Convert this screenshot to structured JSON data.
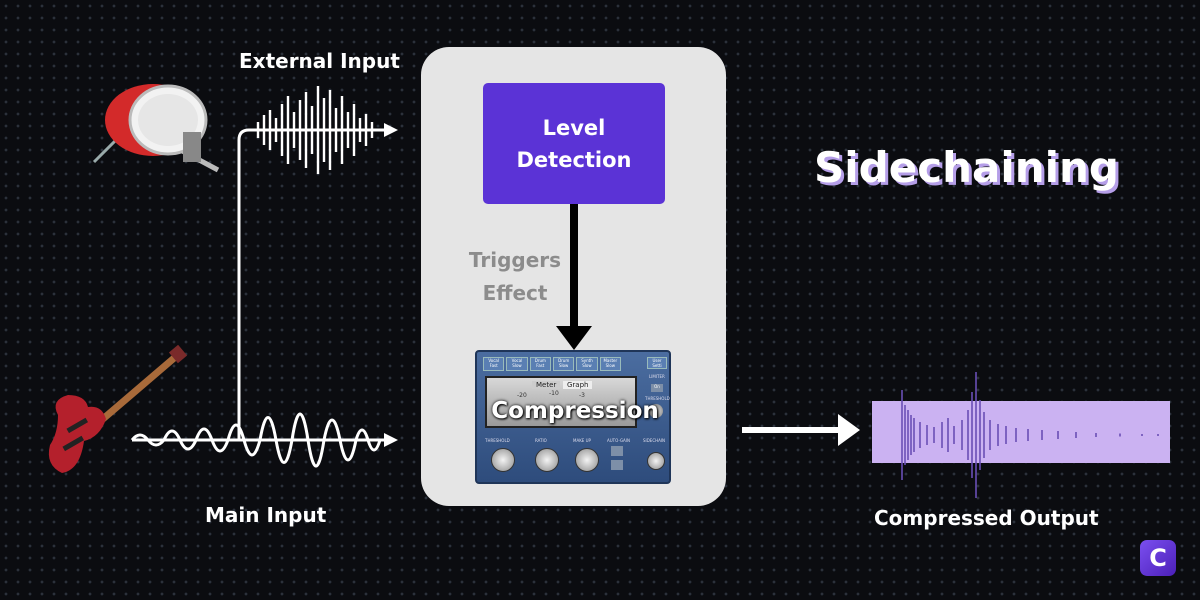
{
  "title": "Sidechaining",
  "labels": {
    "external_input": "External Input",
    "main_input": "Main Input",
    "level_detection": "Level Detection",
    "triggers_effect": "Triggers Effect",
    "compression": "Compression",
    "compressed_output": "Compressed Output"
  },
  "plugin": {
    "presets": [
      "Vocal Fast",
      "Vocal Slow",
      "Drum Fast",
      "Drum Slow",
      "Synth Slow",
      "Master Slow"
    ],
    "user_button": "User Setti",
    "tabs": [
      "Meter",
      "Graph"
    ],
    "knob_labels": [
      "THRESHOLD",
      "RATIO",
      "MAKE UP",
      "AUTO-GAIN",
      "SIDECHAIN"
    ],
    "right_labels": [
      "LIMITER",
      "On",
      "THRESHOLD"
    ],
    "scale": [
      "-20",
      "-10",
      "-3"
    ]
  },
  "logo_letter": "C",
  "colors": {
    "accent_purple": "#5b33d6",
    "output_lavender": "#cbb2f2",
    "title_shadow": "#b59ee8"
  }
}
